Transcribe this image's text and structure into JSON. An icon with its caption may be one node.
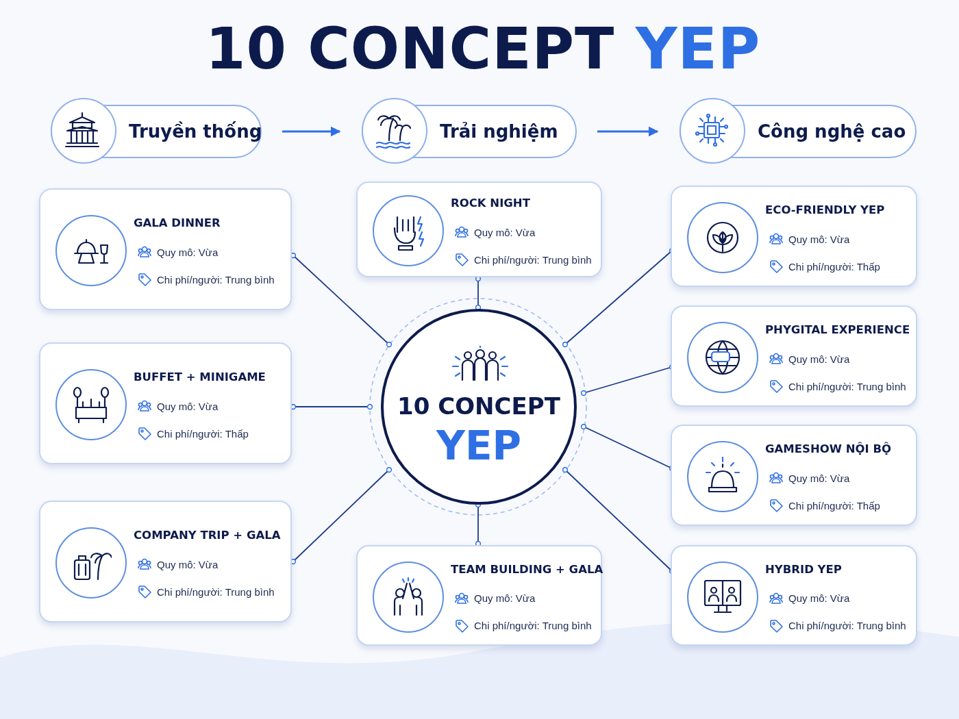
{
  "diagram": {
    "title": "10 CONCEPT YEP",
    "nodes": [
      {
        "text": [
          "Truyền thống"
        ]
      },
      {
        "text": [
          "Trải nghiệm"
        ]
      },
      {
        "text": [
          "Công nghệ cao"
        ]
      },
      {
        "text": [
          "10 CONCEPT",
          "YEP"
        ]
      },
      {
        "text": [
          "GALA DINNER",
          "Quy mô: Vừa",
          "Chi phí/người: Trung bình"
        ]
      },
      {
        "text": [
          "ROCK NIGHT",
          "Quy mô: Vừa",
          "Chi phí/người: Trung bình"
        ]
      },
      {
        "text": [
          "ECO-FRIENDLY YEP",
          "Quy mô: Vừa",
          "Chi phí/người: Thấp"
        ]
      },
      {
        "text": [
          "PHYGITAL EXPERIENCE",
          "Quy mô: Vừa",
          "Chi phí/người: Trung bình"
        ]
      },
      {
        "text": [
          "BUFFET + MINIGAME",
          "Quy mô: Vừa",
          "Chi phí/người: Thấp"
        ]
      },
      {
        "text": [
          "GAMESHOW NỘI BỘ",
          "Quy mô: Vừa",
          "Chi phí/người: Thấp"
        ]
      },
      {
        "text": [
          "COMPANY TRIP + GALA",
          "Quy mô: Vừa",
          "Chi phí/người: Trung bình"
        ]
      },
      {
        "text": [
          "TEAM BUILDING + GALA",
          "Quy mô: Vừa",
          "Chi phí/người: Trung bình"
        ]
      },
      {
        "text": [
          "HYBRID YEP",
          "Quy mô: Vừa",
          "Chi phí/người: Trung bình"
        ]
      }
    ],
    "edges": [
      {
        "from": 0,
        "to": 1,
        "arrow": "to"
      },
      {
        "from": 1,
        "to": 2,
        "arrow": "to"
      },
      {
        "from": 3,
        "to": 4,
        "arrow": "other"
      },
      {
        "from": 3,
        "to": 5,
        "arrow": "other"
      },
      {
        "from": 3,
        "to": 6,
        "arrow": "other"
      },
      {
        "from": 3,
        "to": 7,
        "arrow": "other"
      },
      {
        "from": 3,
        "to": 8,
        "arrow": "other"
      },
      {
        "from": 3,
        "to": 9,
        "arrow": "other"
      },
      {
        "from": 3,
        "to": 10,
        "arrow": "other"
      },
      {
        "from": 3,
        "to": 11,
        "arrow": "other"
      },
      {
        "from": 3,
        "to": 12,
        "arrow": "other"
      }
    ]
  }
}
